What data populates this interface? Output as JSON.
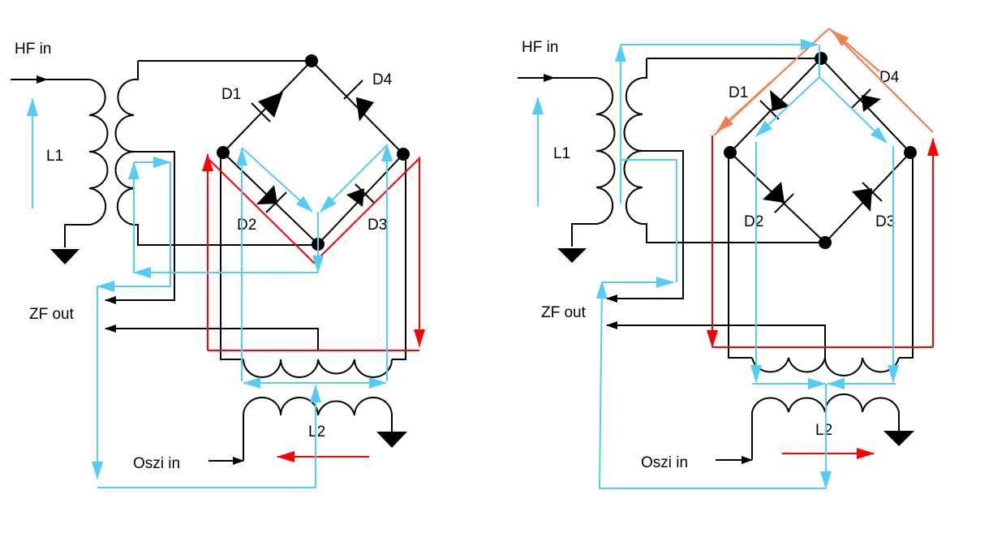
{
  "colors": {
    "wire": "#000000",
    "current_blue": "#55ccf5",
    "current_red": "#ff0000",
    "current_orange": "#f47f4f",
    "background": "#ffffff"
  },
  "circuits": [
    {
      "name": "left-circuit",
      "labels": {
        "hf_in": "HF in",
        "l1": "L1",
        "d1": "D1",
        "d2": "D2",
        "d3": "D3",
        "d4": "D4",
        "zf_out": "ZF out",
        "l2": "L2",
        "oszi_in": "Oszi in"
      },
      "oscillator_current_direction": "left"
    },
    {
      "name": "right-circuit",
      "labels": {
        "hf_in": "HF in",
        "l1": "L1",
        "d1": "D1",
        "d2": "D2",
        "d3": "D3",
        "d4": "D4",
        "zf_out": "ZF out",
        "l2": "L2",
        "oszi_in": "Oszi in"
      },
      "oscillator_current_direction": "right"
    }
  ],
  "icons": {
    "ground": "ground-icon",
    "diode": "diode-icon",
    "node": "junction-dot-icon",
    "arrow": "arrowhead-icon"
  }
}
